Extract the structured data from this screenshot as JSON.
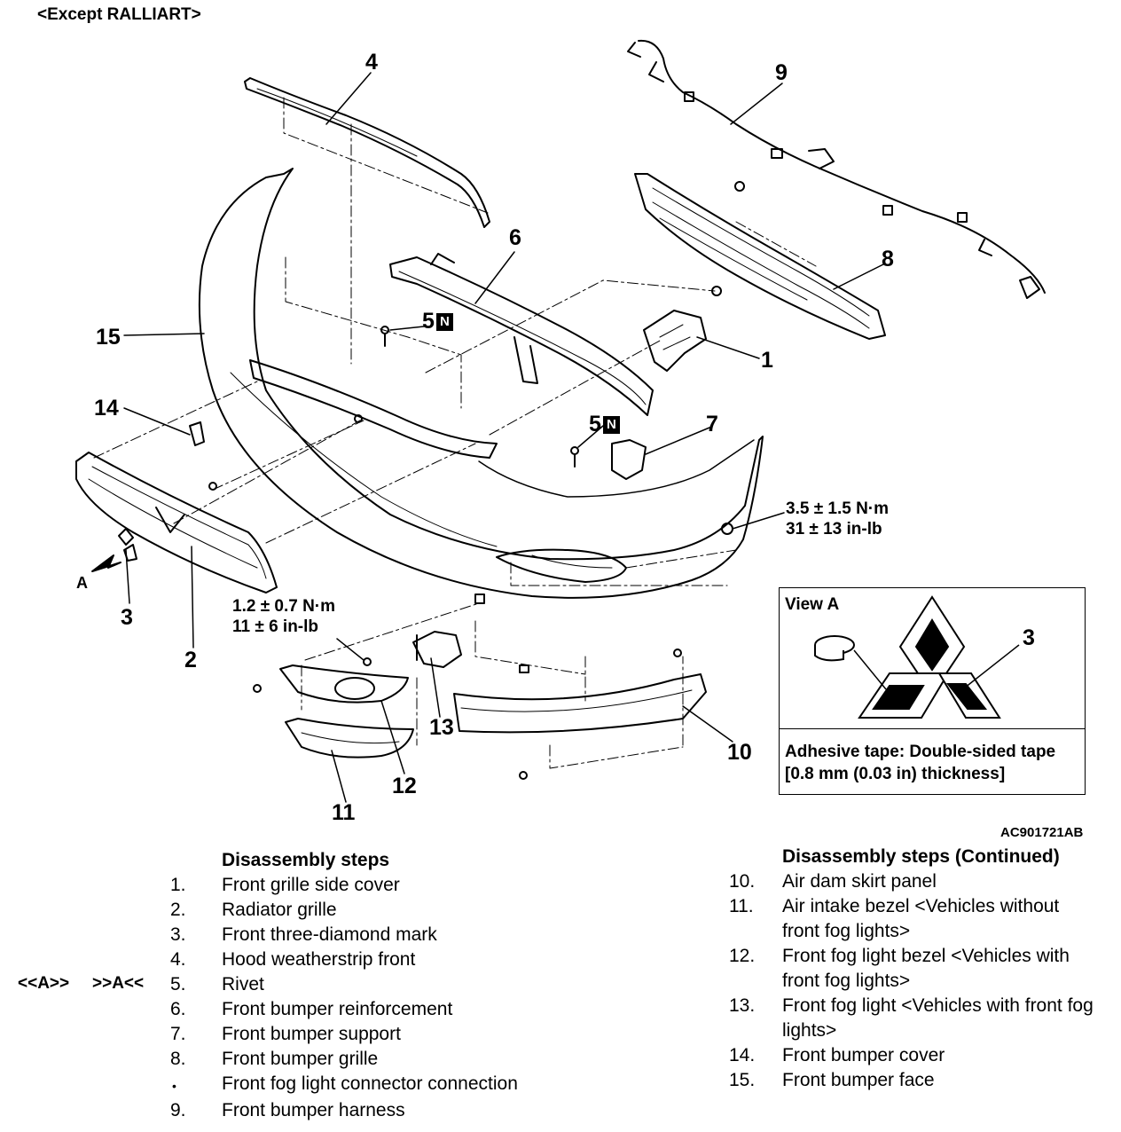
{
  "header": "<Except RALLIART>",
  "callouts": {
    "c1": "1",
    "c2": "2",
    "c3": "3",
    "c3b": "3",
    "c4": "4",
    "c5a": "5",
    "c5b": "5",
    "c6": "6",
    "c7": "7",
    "c8": "8",
    "c9": "9",
    "c10": "10",
    "c11": "11",
    "c12": "12",
    "c13": "13",
    "c14": "14",
    "c15": "15",
    "nmark": "N",
    "arrowA": "A"
  },
  "torque1": {
    "line1": "3.5 ± 1.5 N·m",
    "line2": "31 ± 13 in-lb"
  },
  "torque2": {
    "line1": "1.2 ± 0.7 N·m",
    "line2": "11 ± 6 in-lb"
  },
  "viewA": {
    "title": "View A",
    "note": "Adhesive tape: Double-sided tape [0.8 mm (0.03 in) thickness]"
  },
  "figure_code": "AC901721AB",
  "steps_left": {
    "heading": "Disassembly steps",
    "items": [
      {
        "num": "1.",
        "text": "Front grille side cover"
      },
      {
        "num": "2.",
        "text": "Radiator grille"
      },
      {
        "num": "3.",
        "text": "Front three-diamond mark"
      },
      {
        "num": "4.",
        "text": "Hood weatherstrip front"
      },
      {
        "num": "5.",
        "text": "Rivet",
        "ref_a": "<<A>>",
        "ref_b": ">>A<<"
      },
      {
        "num": "6.",
        "text": "Front bumper reinforcement"
      },
      {
        "num": "7.",
        "text": "Front bumper support"
      },
      {
        "num": "8.",
        "text": "Front bumper grille"
      },
      {
        "num": "•",
        "text": "Front fog light connector connection"
      },
      {
        "num": "9.",
        "text": "Front bumper harness"
      }
    ]
  },
  "steps_right": {
    "heading": "Disassembly steps (Continued)",
    "items": [
      {
        "num": "10.",
        "text": "Air dam skirt panel"
      },
      {
        "num": "11.",
        "text": "Air intake bezel <Vehicles without front fog lights>"
      },
      {
        "num": "12.",
        "text": "Front fog light bezel <Vehicles with front fog lights>"
      },
      {
        "num": "13.",
        "text": "Front fog light <Vehicles with front fog lights>"
      },
      {
        "num": "14.",
        "text": "Front bumper cover"
      },
      {
        "num": "15.",
        "text": "Front bumper face"
      }
    ]
  }
}
